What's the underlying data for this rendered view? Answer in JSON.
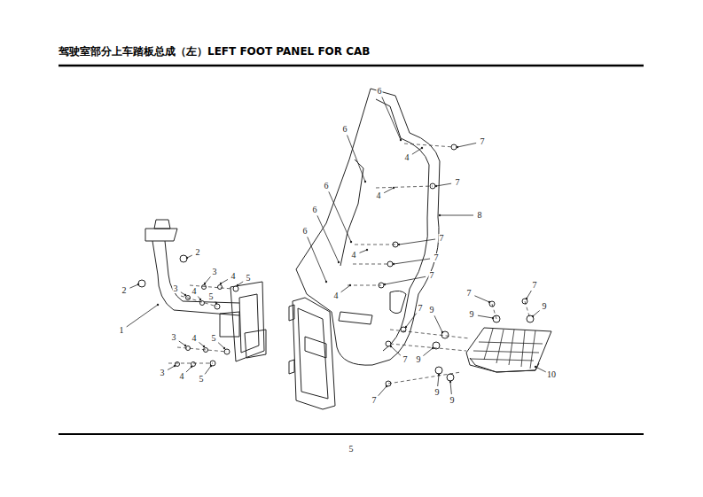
{
  "diagram": {
    "title": "驾驶室部分上车踏板总成（左）LEFT FOOT PANEL FOR CAB",
    "labels": [
      "6",
      "7",
      "4",
      "6",
      "7",
      "4",
      "8",
      "6",
      "6",
      "2",
      "6",
      "7",
      "4",
      "7",
      "3",
      "4",
      "5",
      "2",
      "3",
      "4",
      "5",
      "4",
      "7",
      "7",
      "7",
      "9",
      "9",
      "1",
      "9",
      "7",
      "3",
      "4",
      "5",
      "7",
      "9",
      "3",
      "4",
      "5",
      "10",
      "7",
      "9",
      "9",
      "5"
    ]
  }
}
